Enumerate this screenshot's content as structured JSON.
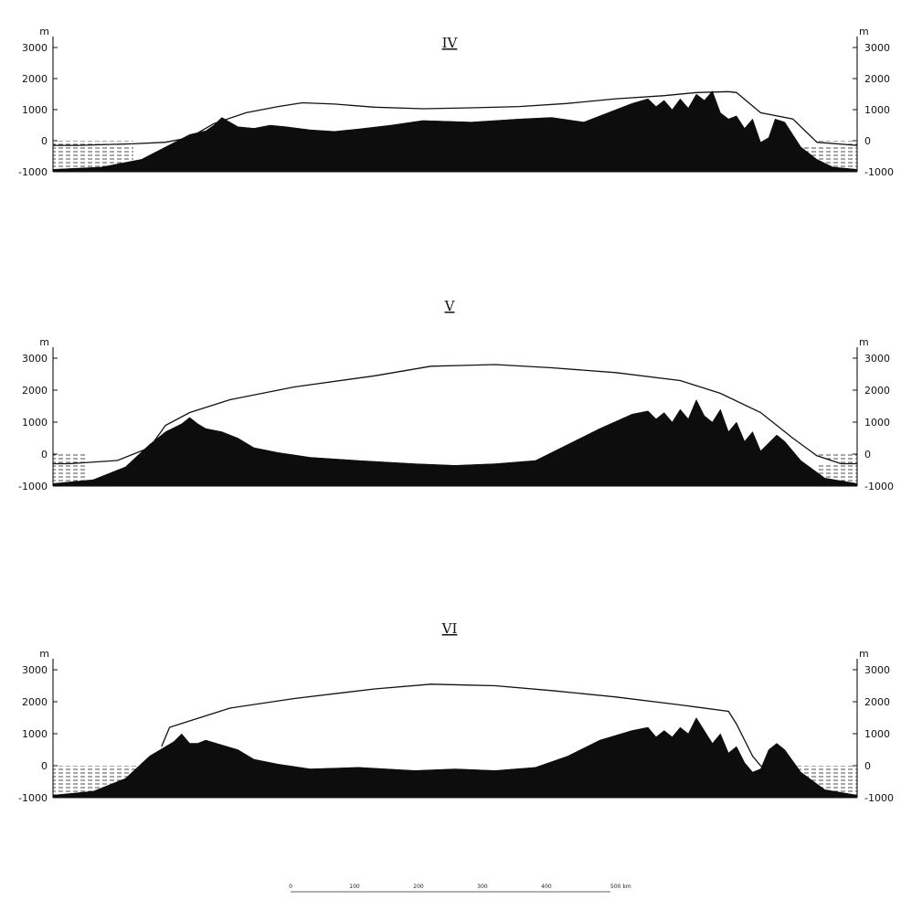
{
  "unit_label": "m",
  "y_ticks": [
    3000,
    2000,
    1000,
    0,
    -1000
  ],
  "profiles": [
    {
      "id": "IV",
      "title": "IV",
      "y_range": [
        -1000,
        3000
      ],
      "ice_surface": [
        [
          0,
          -150
        ],
        [
          3,
          -150
        ],
        [
          10,
          -100
        ],
        [
          14,
          -50
        ],
        [
          17,
          100
        ],
        [
          20,
          550
        ],
        [
          24,
          900
        ],
        [
          28,
          1100
        ],
        [
          31,
          1220
        ],
        [
          35,
          1180
        ],
        [
          40,
          1080
        ],
        [
          46,
          1030
        ],
        [
          52,
          1060
        ],
        [
          58,
          1100
        ],
        [
          64,
          1200
        ],
        [
          70,
          1350
        ],
        [
          76,
          1450
        ],
        [
          80,
          1550
        ],
        [
          84,
          1580
        ],
        [
          85,
          1550
        ],
        [
          88,
          900
        ],
        [
          92,
          700
        ],
        [
          95,
          -50
        ],
        [
          100,
          -150
        ]
      ],
      "bedrock": [
        [
          0,
          -920
        ],
        [
          6,
          -850
        ],
        [
          11,
          -600
        ],
        [
          14,
          -200
        ],
        [
          17,
          200
        ],
        [
          19,
          320
        ],
        [
          20,
          500
        ],
        [
          21,
          750
        ],
        [
          22,
          600
        ],
        [
          23,
          450
        ],
        [
          25,
          400
        ],
        [
          27,
          500
        ],
        [
          29,
          450
        ],
        [
          32,
          350
        ],
        [
          35,
          300
        ],
        [
          38,
          380
        ],
        [
          42,
          500
        ],
        [
          46,
          650
        ],
        [
          52,
          600
        ],
        [
          58,
          700
        ],
        [
          62,
          750
        ],
        [
          66,
          600
        ],
        [
          69,
          900
        ],
        [
          72,
          1200
        ],
        [
          74,
          1350
        ],
        [
          75,
          1100
        ],
        [
          76,
          1300
        ],
        [
          77,
          1000
        ],
        [
          78,
          1350
        ],
        [
          79,
          1050
        ],
        [
          80,
          1500
        ],
        [
          81,
          1300
        ],
        [
          82,
          1600
        ],
        [
          83,
          900
        ],
        [
          84,
          700
        ],
        [
          85,
          800
        ],
        [
          86,
          400
        ],
        [
          87,
          700
        ],
        [
          88,
          -50
        ],
        [
          89,
          100
        ],
        [
          89.8,
          700
        ],
        [
          91,
          600
        ],
        [
          93,
          -200
        ],
        [
          95,
          -600
        ],
        [
          97,
          -850
        ],
        [
          100,
          -920
        ]
      ],
      "sea_left": [
        0,
        10
      ],
      "sea_right": [
        93,
        100
      ]
    },
    {
      "id": "V",
      "title": "V",
      "y_range": [
        -1000,
        3000
      ],
      "ice_surface": [
        [
          0,
          -300
        ],
        [
          2,
          -300
        ],
        [
          8,
          -200
        ],
        [
          12,
          200
        ],
        [
          14,
          900
        ],
        [
          17,
          1300
        ],
        [
          22,
          1700
        ],
        [
          30,
          2100
        ],
        [
          40,
          2450
        ],
        [
          47,
          2750
        ],
        [
          55,
          2800
        ],
        [
          62,
          2700
        ],
        [
          70,
          2550
        ],
        [
          78,
          2300
        ],
        [
          83,
          1900
        ],
        [
          88,
          1300
        ],
        [
          92,
          500
        ],
        [
          95,
          -50
        ],
        [
          98,
          -300
        ],
        [
          100,
          -300
        ]
      ],
      "bedrock": [
        [
          0,
          -920
        ],
        [
          5,
          -800
        ],
        [
          9,
          -400
        ],
        [
          12,
          300
        ],
        [
          14,
          700
        ],
        [
          16,
          950
        ],
        [
          17,
          1150
        ],
        [
          18,
          950
        ],
        [
          19,
          800
        ],
        [
          21,
          700
        ],
        [
          23,
          500
        ],
        [
          25,
          200
        ],
        [
          28,
          50
        ],
        [
          32,
          -100
        ],
        [
          38,
          -200
        ],
        [
          45,
          -300
        ],
        [
          50,
          -350
        ],
        [
          55,
          -300
        ],
        [
          60,
          -200
        ],
        [
          64,
          300
        ],
        [
          68,
          800
        ],
        [
          72,
          1250
        ],
        [
          74,
          1350
        ],
        [
          75,
          1100
        ],
        [
          76,
          1300
        ],
        [
          77,
          1000
        ],
        [
          78,
          1400
        ],
        [
          79,
          1100
        ],
        [
          80,
          1700
        ],
        [
          81,
          1200
        ],
        [
          82,
          1000
        ],
        [
          83,
          1400
        ],
        [
          84,
          700
        ],
        [
          85,
          1000
        ],
        [
          86,
          400
        ],
        [
          87,
          700
        ],
        [
          88,
          100
        ],
        [
          89,
          350
        ],
        [
          90,
          600
        ],
        [
          91,
          400
        ],
        [
          93,
          -200
        ],
        [
          96,
          -750
        ],
        [
          100,
          -920
        ]
      ],
      "sea_left": [
        0,
        4
      ],
      "sea_right": [
        95,
        100
      ]
    },
    {
      "id": "VI",
      "title": "VI",
      "y_range": [
        -1000,
        3000
      ],
      "ice_surface": [
        [
          13.5,
          600
        ],
        [
          14.5,
          1200
        ],
        [
          17,
          1400
        ],
        [
          22,
          1800
        ],
        [
          30,
          2100
        ],
        [
          40,
          2400
        ],
        [
          47,
          2550
        ],
        [
          55,
          2500
        ],
        [
          62,
          2350
        ],
        [
          70,
          2150
        ],
        [
          78,
          1900
        ],
        [
          84,
          1700
        ],
        [
          85,
          1300
        ],
        [
          86,
          800
        ],
        [
          87,
          300
        ],
        [
          88,
          0
        ],
        [
          89,
          -200
        ],
        [
          90,
          -400
        ]
      ],
      "bedrock": [
        [
          0,
          -920
        ],
        [
          5,
          -800
        ],
        [
          9,
          -400
        ],
        [
          12,
          300
        ],
        [
          14,
          600
        ],
        [
          15,
          750
        ],
        [
          16,
          1000
        ],
        [
          17,
          700
        ],
        [
          18,
          700
        ],
        [
          19,
          800
        ],
        [
          21,
          650
        ],
        [
          23,
          500
        ],
        [
          25,
          200
        ],
        [
          28,
          50
        ],
        [
          32,
          -100
        ],
        [
          38,
          -50
        ],
        [
          45,
          -150
        ],
        [
          50,
          -100
        ],
        [
          55,
          -150
        ],
        [
          60,
          -50
        ],
        [
          64,
          300
        ],
        [
          68,
          800
        ],
        [
          72,
          1100
        ],
        [
          74,
          1200
        ],
        [
          75,
          900
        ],
        [
          76,
          1100
        ],
        [
          77,
          900
        ],
        [
          78,
          1200
        ],
        [
          79,
          1000
        ],
        [
          80,
          1500
        ],
        [
          81,
          1100
        ],
        [
          82,
          700
        ],
        [
          83,
          1000
        ],
        [
          84,
          400
        ],
        [
          85,
          600
        ],
        [
          86,
          100
        ],
        [
          87,
          -200
        ],
        [
          88,
          -100
        ],
        [
          89,
          500
        ],
        [
          90,
          700
        ],
        [
          91,
          500
        ],
        [
          93,
          -200
        ],
        [
          96,
          -750
        ],
        [
          100,
          -920
        ]
      ],
      "sea_left": [
        0,
        13
      ],
      "sea_right": [
        90,
        100
      ]
    }
  ],
  "scale_bar": {
    "ticks": [
      "0",
      "100",
      "200",
      "300",
      "400",
      "500 km"
    ]
  }
}
